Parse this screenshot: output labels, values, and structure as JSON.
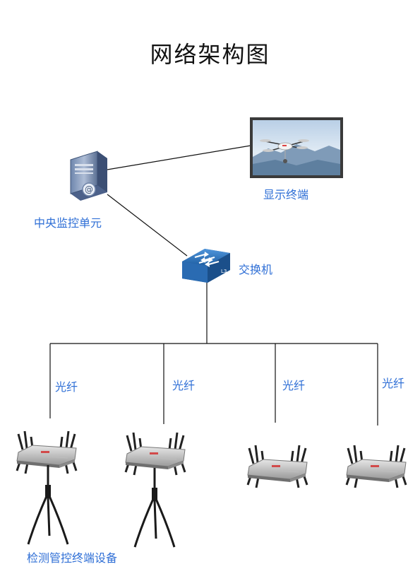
{
  "title": "网络架构图",
  "nodes": {
    "display": "显示终端",
    "monitor": "中央监控单元",
    "switch": "交换机",
    "switch_badge": "L3",
    "devices": "检测管控终端设备"
  },
  "fiber_label": "光纤",
  "colors": {
    "label": "#2f6fd6",
    "line": "#111111",
    "switch": "#2f78c4"
  }
}
